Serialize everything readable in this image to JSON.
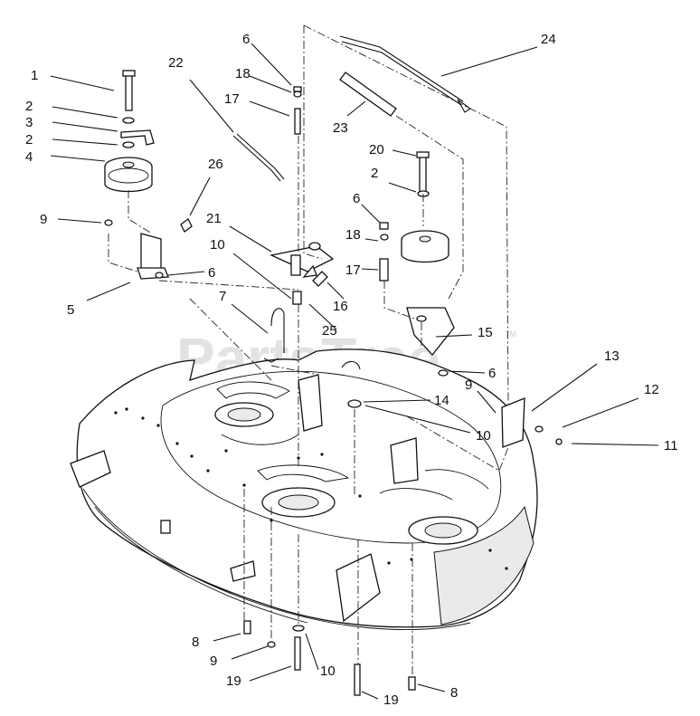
{
  "watermark": {
    "text": "PartsTree",
    "trademark": "TM"
  },
  "callouts": [
    {
      "id": "c-1a",
      "text": "1"
    },
    {
      "id": "c-2a",
      "text": "2"
    },
    {
      "id": "c-3a",
      "text": "3"
    },
    {
      "id": "c-2b",
      "text": "2"
    },
    {
      "id": "c-4a",
      "text": "4"
    },
    {
      "id": "c-9a",
      "text": "9"
    },
    {
      "id": "c-5a",
      "text": "5"
    },
    {
      "id": "c-6a",
      "text": "6"
    },
    {
      "id": "c-26a",
      "text": "26"
    },
    {
      "id": "c-22a",
      "text": "22"
    },
    {
      "id": "c-6b",
      "text": "6"
    },
    {
      "id": "c-18a",
      "text": "18"
    },
    {
      "id": "c-17a",
      "text": "17"
    },
    {
      "id": "c-21a",
      "text": "21"
    },
    {
      "id": "c-10a",
      "text": "10"
    },
    {
      "id": "c-7a",
      "text": "7"
    },
    {
      "id": "c-16a",
      "text": "16"
    },
    {
      "id": "c-25a",
      "text": "25"
    },
    {
      "id": "c-24a",
      "text": "24"
    },
    {
      "id": "c-23a",
      "text": "23"
    },
    {
      "id": "c-20a",
      "text": "20"
    },
    {
      "id": "c-2c",
      "text": "2"
    },
    {
      "id": "c-6c",
      "text": "6"
    },
    {
      "id": "c-18b",
      "text": "18"
    },
    {
      "id": "c-17b",
      "text": "17"
    },
    {
      "id": "c-15a",
      "text": "15"
    },
    {
      "id": "c-6d",
      "text": "6"
    },
    {
      "id": "c-13a",
      "text": "13"
    },
    {
      "id": "c-9b",
      "text": "9"
    },
    {
      "id": "c-14a",
      "text": "14"
    },
    {
      "id": "c-12a",
      "text": "12"
    },
    {
      "id": "c-10b",
      "text": "10"
    },
    {
      "id": "c-11a",
      "text": "11"
    },
    {
      "id": "c-8a",
      "text": "8"
    },
    {
      "id": "c-9c",
      "text": "9"
    },
    {
      "id": "c-19a",
      "text": "19"
    },
    {
      "id": "c-10c",
      "text": "10"
    },
    {
      "id": "c-19b",
      "text": "19"
    },
    {
      "id": "c-8b",
      "text": "8"
    }
  ]
}
